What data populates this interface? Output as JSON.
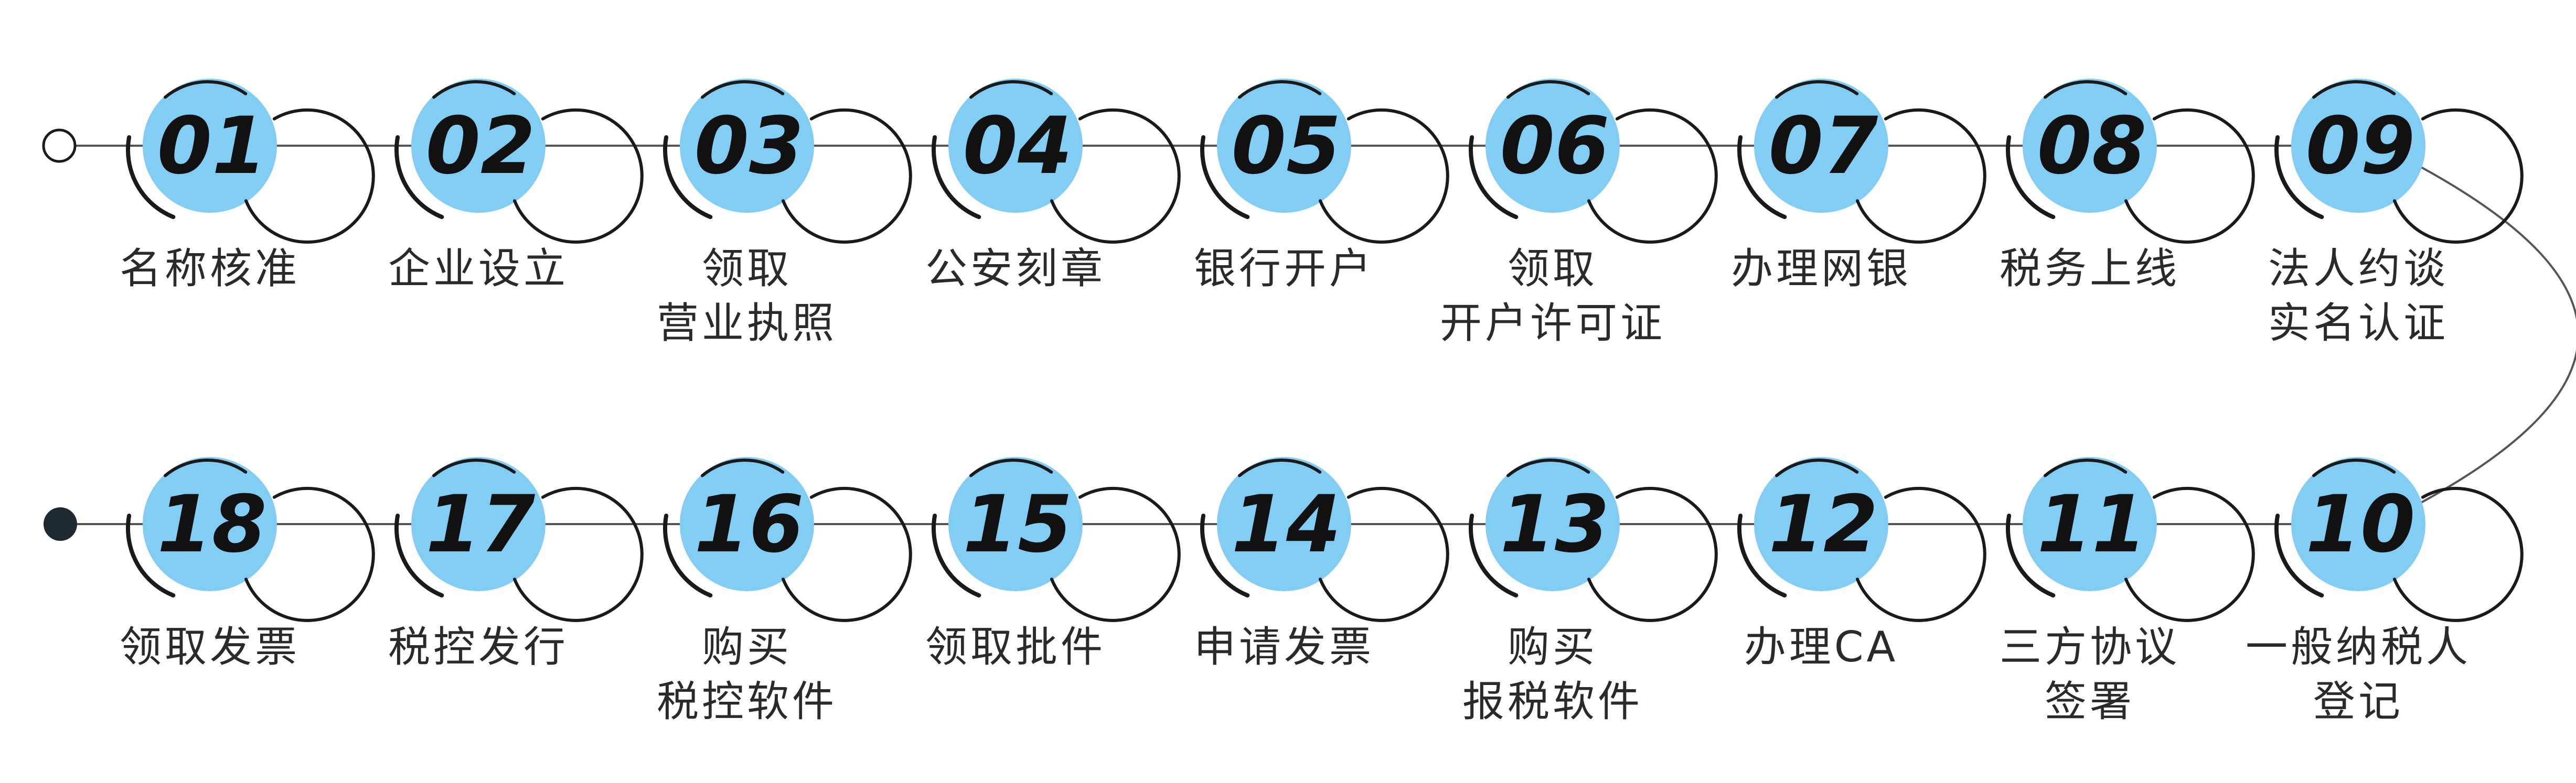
{
  "colors": {
    "line": "#555555",
    "circle_fill": "#82CDF3",
    "arc_stroke": "#1a1a1a",
    "number_text": "#111111",
    "label_text": "#2a2a2a",
    "start_dot_fill": "#ffffff",
    "end_dot_fill": "#1f2a30"
  },
  "steps": [
    {
      "number": "01",
      "label_lines": [
        "名称核准"
      ]
    },
    {
      "number": "02",
      "label_lines": [
        "企业设立"
      ]
    },
    {
      "number": "03",
      "label_lines": [
        "领取",
        "营业执照"
      ]
    },
    {
      "number": "04",
      "label_lines": [
        "公安刻章"
      ]
    },
    {
      "number": "05",
      "label_lines": [
        "银行开户"
      ]
    },
    {
      "number": "06",
      "label_lines": [
        "领取",
        "开户许可证"
      ]
    },
    {
      "number": "07",
      "label_lines": [
        "办理网银"
      ]
    },
    {
      "number": "08",
      "label_lines": [
        "税务上线"
      ]
    },
    {
      "number": "09",
      "label_lines": [
        "法人约谈",
        "实名认证"
      ]
    },
    {
      "number": "10",
      "label_lines": [
        "一般纳税人",
        "登记"
      ]
    },
    {
      "number": "11",
      "label_lines": [
        "三方协议",
        "签署"
      ]
    },
    {
      "number": "12",
      "label_lines": [
        "办理CA"
      ]
    },
    {
      "number": "13",
      "label_lines": [
        "购买",
        "报税软件"
      ]
    },
    {
      "number": "14",
      "label_lines": [
        "申请发票"
      ]
    },
    {
      "number": "15",
      "label_lines": [
        "领取批件"
      ]
    },
    {
      "number": "16",
      "label_lines": [
        "购买",
        "税控软件"
      ]
    },
    {
      "number": "17",
      "label_lines": [
        "税控发行"
      ]
    },
    {
      "number": "18",
      "label_lines": [
        "领取发票"
      ]
    }
  ]
}
